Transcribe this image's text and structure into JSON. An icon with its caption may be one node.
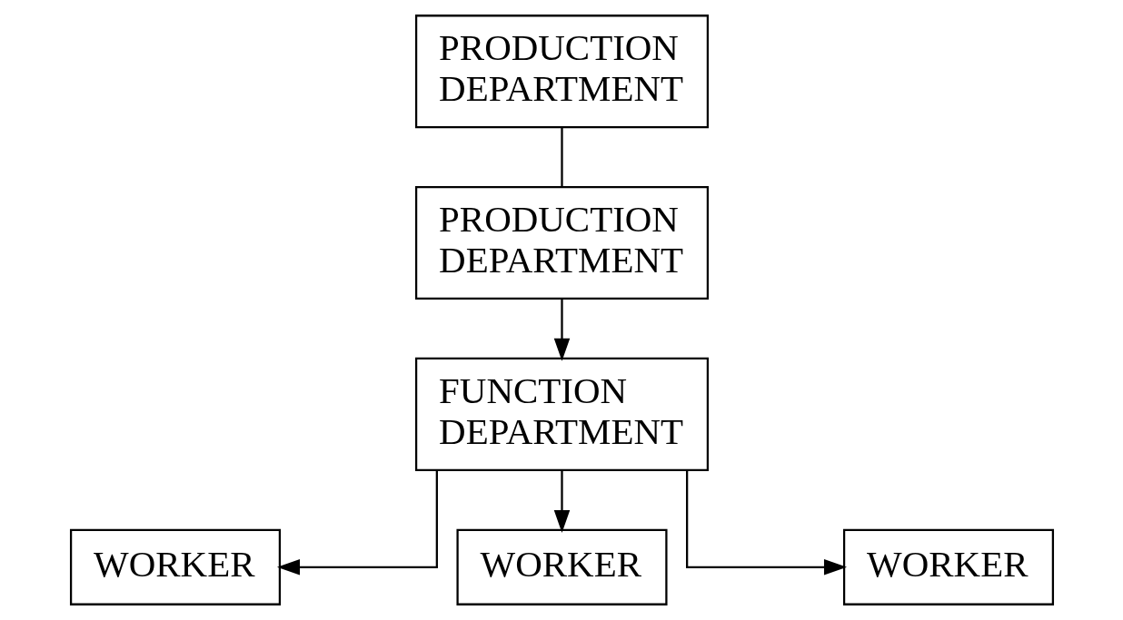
{
  "diagram": {
    "nodes": [
      {
        "text": [
          "PRODUCTION DEPARTMENT"
        ]
      },
      {
        "text": [
          "PRODUCTION DEPARTMENT"
        ]
      },
      {
        "text": [
          "FUNCTION DEPARTMENT"
        ]
      },
      {
        "text": [
          "WORKER"
        ]
      },
      {
        "text": [
          "WORKER"
        ]
      },
      {
        "text": [
          "WORKER"
        ]
      }
    ],
    "edges": [
      {
        "from": 0,
        "to": 1,
        "arrow": "none"
      },
      {
        "from": 1,
        "to": 2,
        "arrow": "to"
      },
      {
        "from": 2,
        "to": 3,
        "arrow": "to"
      },
      {
        "from": 2,
        "to": 4,
        "arrow": "to"
      },
      {
        "from": 2,
        "to": 5,
        "arrow": "to"
      }
    ]
  }
}
